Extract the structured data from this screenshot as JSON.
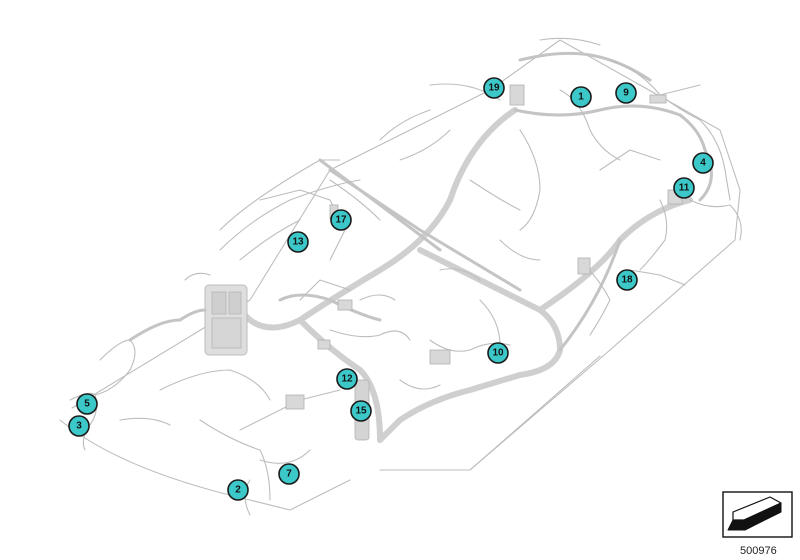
{
  "diagram": {
    "callouts": [
      {
        "id": "callout-1",
        "label": "1"
      },
      {
        "id": "callout-2",
        "label": "2"
      },
      {
        "id": "callout-3",
        "label": "3"
      },
      {
        "id": "callout-4",
        "label": "4"
      },
      {
        "id": "callout-5",
        "label": "5"
      },
      {
        "id": "callout-7",
        "label": "7"
      },
      {
        "id": "callout-9",
        "label": "9"
      },
      {
        "id": "callout-10",
        "label": "10"
      },
      {
        "id": "callout-11",
        "label": "11"
      },
      {
        "id": "callout-12",
        "label": "12"
      },
      {
        "id": "callout-13",
        "label": "13"
      },
      {
        "id": "callout-15",
        "label": "15"
      },
      {
        "id": "callout-17",
        "label": "17"
      },
      {
        "id": "callout-18",
        "label": "18"
      },
      {
        "id": "callout-19",
        "label": "19"
      }
    ],
    "callout_color": "#3cc8c8",
    "wire_color": "#c4c4c4",
    "diagram_number": "500976",
    "symbol": "arrow-symbol-icon"
  }
}
